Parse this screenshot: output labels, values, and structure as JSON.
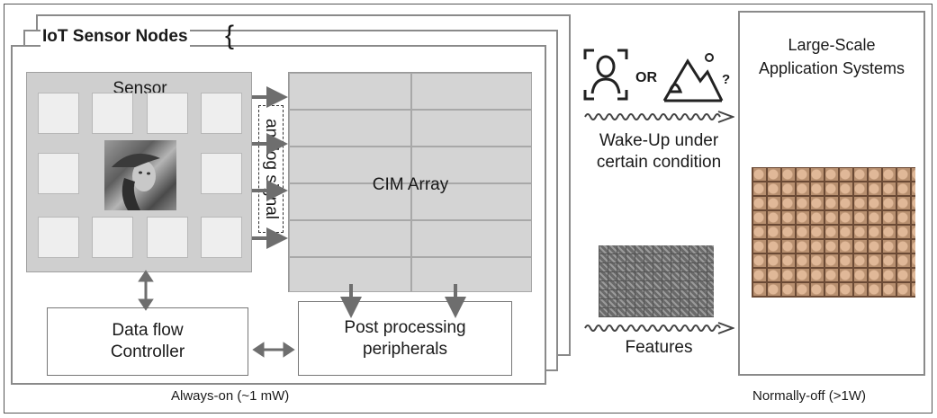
{
  "iot_title": "IoT Sensor Nodes",
  "iot_brace": "{",
  "sensor": {
    "label": "Sensor"
  },
  "analog_signal": "analog signal",
  "cim_array": {
    "label": "CIM Array"
  },
  "data_flow": {
    "line1": "Data flow",
    "line2": "Controller"
  },
  "post_processing": {
    "line1": "Post processing",
    "line2": "peripherals"
  },
  "always_on": "Always-on (~1 mW)",
  "or_text": "OR",
  "question_mark": "?",
  "wakeup": {
    "line1": "Wake-Up under",
    "line2": "certain condition"
  },
  "features": "Features",
  "large_scale": {
    "line1": "Large-Scale",
    "line2": "Application Systems"
  },
  "normally_off": "Normally-off (>1W)",
  "colors": {
    "frame": "#8a8a8a",
    "sensor_bg": "#cfcfcf",
    "cim_bg": "#d4d4d4",
    "arrow": "#6e6e6e"
  },
  "icons": [
    "person-icon",
    "scenery-icon",
    "sun-icon",
    "wavy-arrow-icon",
    "feature-map-image",
    "face-grid-image",
    "portrait-image"
  ]
}
